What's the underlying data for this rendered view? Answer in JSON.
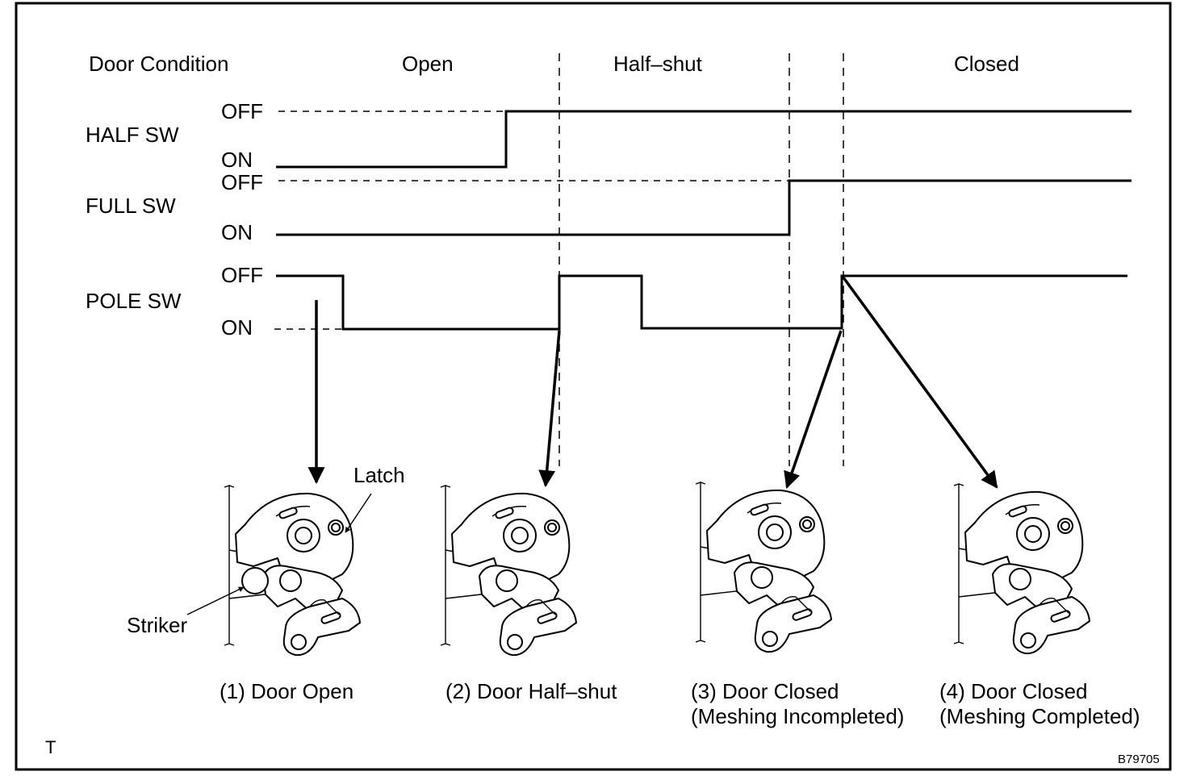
{
  "header": {
    "door_condition": "Door Condition",
    "open": "Open",
    "half_shut": "Half–shut",
    "closed": "Closed"
  },
  "switches": [
    {
      "name": "HALF SW",
      "off": "OFF",
      "on": "ON"
    },
    {
      "name": "FULL SW",
      "off": "OFF",
      "on": "ON"
    },
    {
      "name": "POLE SW",
      "off": "OFF",
      "on": "ON"
    }
  ],
  "callouts": {
    "latch": "Latch",
    "striker": "Striker"
  },
  "states": [
    {
      "line1": "(1) Door Open",
      "line2": ""
    },
    {
      "line1": "(2) Door Half–shut",
      "line2": ""
    },
    {
      "line1": "(3) Door Closed",
      "line2": "(Meshing Incompleted)"
    },
    {
      "line1": "(4) Door Closed",
      "line2": "(Meshing Completed)"
    }
  ],
  "footer": {
    "corner_mark": "T",
    "figure_code": "B79705"
  }
}
